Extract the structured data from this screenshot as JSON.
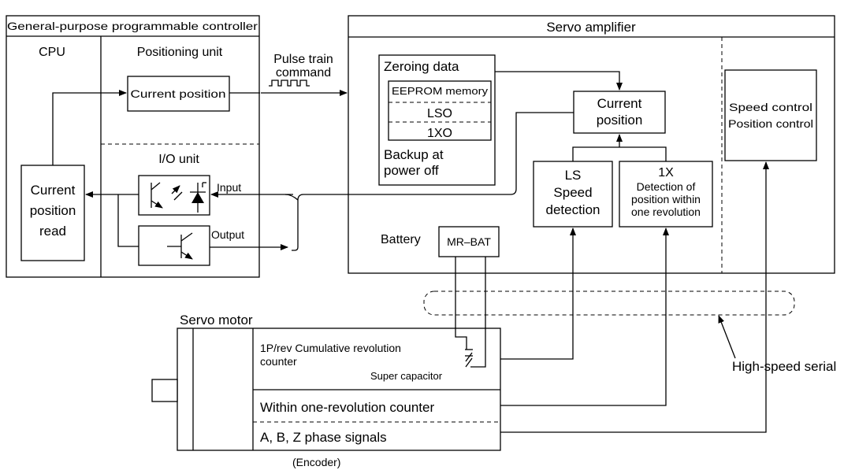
{
  "plc": {
    "title": "General-purpose programmable controller",
    "cpu_label": "CPU",
    "positioning_unit_label": "Positioning unit",
    "current_position": "Current position",
    "io_unit_label": "I/O unit",
    "input_label": "Input",
    "output_label": "Output",
    "current_position_read": [
      "Current",
      "position",
      "read"
    ]
  },
  "command": {
    "line1": "Pulse train",
    "line2": "command"
  },
  "servo_amplifier": {
    "title": "Servo amplifier",
    "zeroing_data": "Zeroing data",
    "eeprom_memory": "EEPROM memory",
    "lso": "LSO",
    "one_xo": "1XO",
    "backup": [
      "Backup at",
      "power off"
    ],
    "current_position": [
      "Current",
      "position"
    ],
    "ls_block": [
      "LS",
      "Speed",
      "detection"
    ],
    "onex_block": [
      "1X",
      "Detection of",
      "position within",
      "one revolution"
    ],
    "control_block": [
      "Speed control",
      "Position control"
    ],
    "battery_label": "Battery",
    "battery_model": "MR–BAT"
  },
  "servo_motor": {
    "title": "Servo motor",
    "counter_line1": "1P/rev Cumulative revolution",
    "counter_line2": "counter",
    "super_capacitor": "Super capacitor",
    "within_counter": "Within one-revolution counter",
    "phase_signals": "A, B, Z phase signals",
    "encoder_label": "(Encoder)"
  },
  "high_speed_serial": "High-speed serial"
}
